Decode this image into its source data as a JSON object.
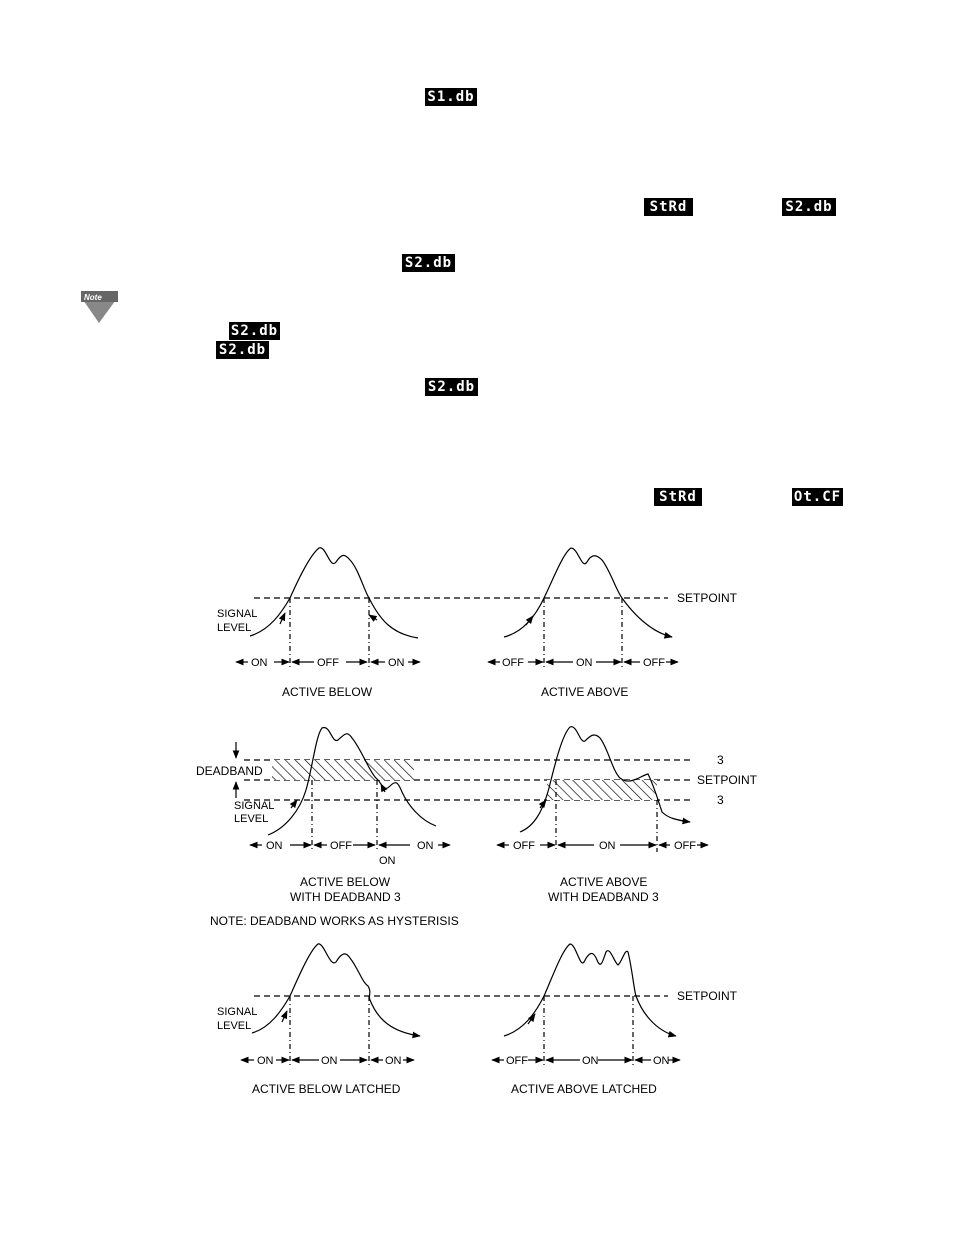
{
  "displays": {
    "d1": "S1.db",
    "d2": "StRd",
    "d3": "S2.db",
    "d4": "S2.db",
    "d5": "S2.db",
    "d6": "S2.db",
    "d7": "S2.db",
    "d8": "StRd",
    "d9": "Ot.CF"
  },
  "note_icon": {
    "label": "Note"
  },
  "figure": {
    "setpoint": "SETPOINT",
    "signal": "SIGNAL",
    "level": "LEVEL",
    "deadband": "DEADBAND",
    "deadband_value": "3",
    "on": "ON",
    "off": "OFF",
    "active_below": "ACTIVE BELOW",
    "active_above": "ACTIVE ABOVE",
    "active_below_db_1": "ACTIVE BELOW",
    "active_below_db_2": "WITH DEADBAND 3",
    "active_above_db_1": "ACTIVE ABOVE",
    "active_above_db_2": "WITH DEADBAND 3",
    "note": "NOTE: DEADBAND WORKS AS HYSTERISIS",
    "below_latched": "ACTIVE BELOW LATCHED",
    "above_latched": "ACTIVE ABOVE LATCHED"
  }
}
